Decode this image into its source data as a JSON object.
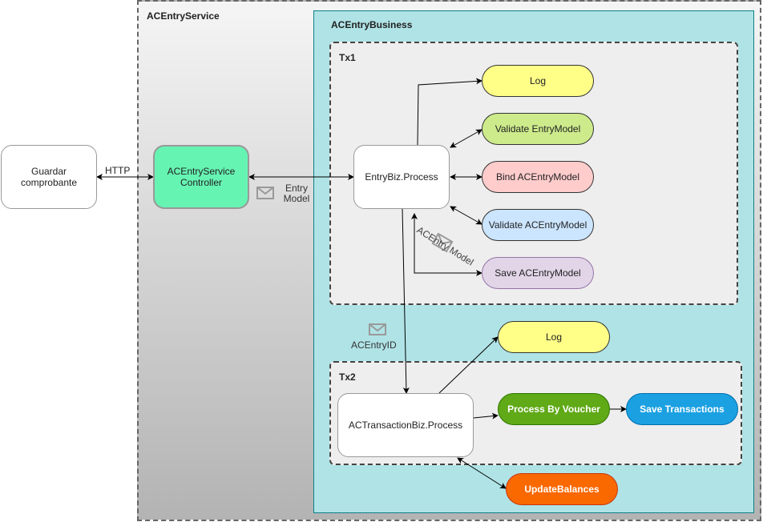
{
  "containers": {
    "service": "ACEntryService",
    "business": "ACEntryBusiness",
    "tx1": "Tx1",
    "tx2": "Tx2"
  },
  "nodes": {
    "guardar": "Guardar comprobante",
    "controller": "ACEntryService Controller",
    "entrybiz": "EntryBiz.Process",
    "log1": "Log",
    "validate_entry": "Validate EntryModel",
    "bind": "Bind ACEntryModel",
    "validate_acentry": "Validate ACEntryModel",
    "save_acentry": "Save ACEntryModel",
    "log2": "Log",
    "actransaction": "ACTransactionBiz.Process",
    "process_voucher": "Process By Voucher",
    "save_transactions": "Save Transactions",
    "update_balances": "UpdateBalances"
  },
  "edge_labels": {
    "http": "HTTP",
    "entry_model": "Entry Model",
    "acentry_model": "ACEntry Model",
    "acentry_id": "ACEntryID"
  },
  "colors": {
    "business": "#b0e3e6",
    "controller": "#66f4b3",
    "log": "#ffff88",
    "validate_entry": "#cdeb8b",
    "bind": "#ffcccc",
    "validate_acentry": "#cce5ff",
    "save_acentry": "#e1d5e7",
    "process_voucher": "#60a917",
    "save_transactions": "#1ba1e2",
    "update_balances": "#fa6800"
  }
}
